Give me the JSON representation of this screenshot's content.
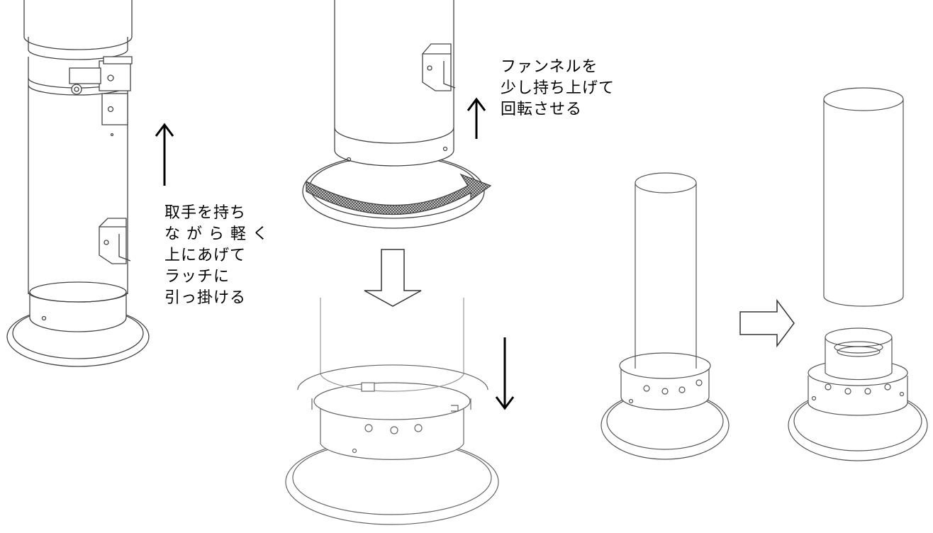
{
  "instructions": {
    "step1_lines": [
      "取手を持ち",
      "な が ら 軽 く",
      "上にあげて",
      "ラッチに",
      "引っ掛ける"
    ],
    "step2_lines": [
      "ファンネルを",
      "少し持ち上げて",
      "回転させる"
    ]
  },
  "colors": {
    "stroke": "#3a3a3a",
    "light_stroke": "#9a9a9a",
    "rotation_arrow_fill": "#8c8c8c",
    "background": "#ffffff"
  }
}
